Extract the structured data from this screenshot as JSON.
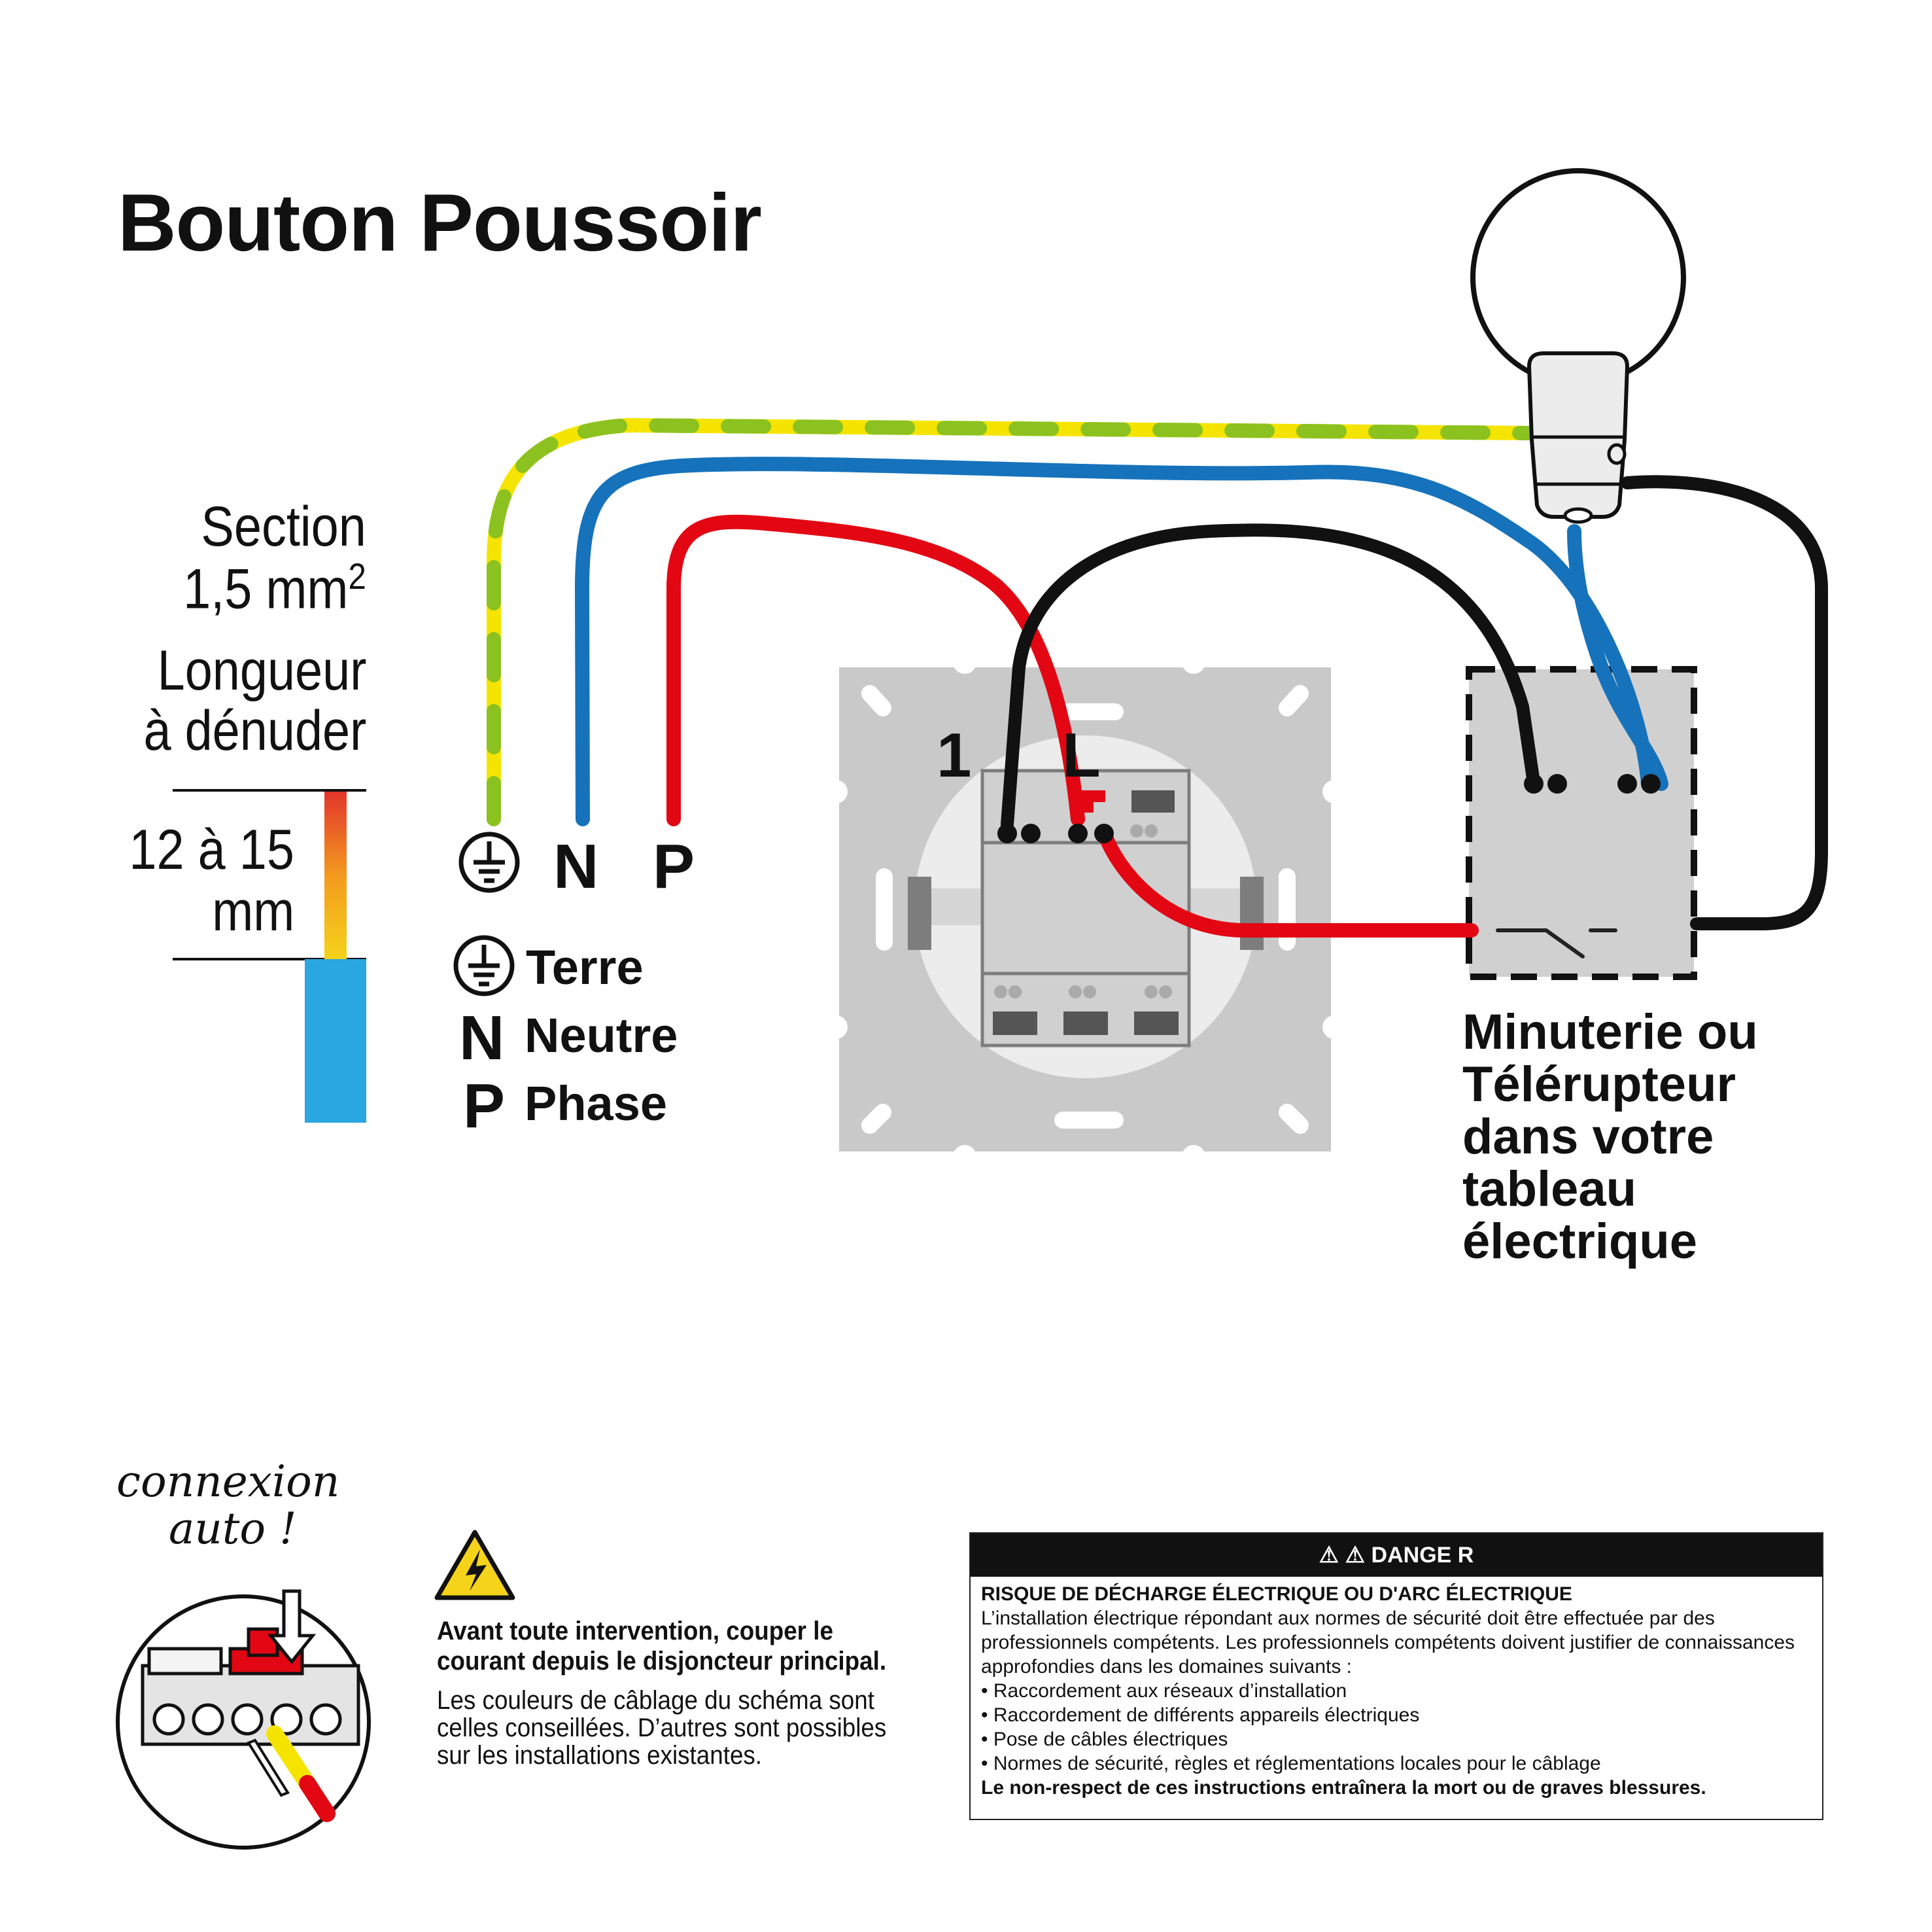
{
  "title": "Bouton Poussoir",
  "spec": {
    "section_label": "Section",
    "section_value": "1,5 mm",
    "section_sup": "2",
    "length_line1": "Longueur",
    "length_line2": "à dénuder",
    "strip_value_line1": "12 à 15",
    "strip_value_line2": "mm"
  },
  "terminals": {
    "n": "N",
    "p": "P"
  },
  "switch_labels": {
    "one": "1",
    "l": "L"
  },
  "legend": [
    {
      "letter": "",
      "text": "Terre"
    },
    {
      "letter": "N",
      "text": "Neutre"
    },
    {
      "letter": "P",
      "text": "Phase"
    }
  ],
  "minuterie": {
    "lines": [
      "Minuterie ou",
      "Télérupteur",
      "dans votre",
      "tableau",
      "électrique"
    ]
  },
  "connexion": {
    "line1": "connexion",
    "line2": "auto !"
  },
  "warning": {
    "bold": "Avant toute intervention, couper le courant depuis le disjoncteur principal.",
    "text": "Les couleurs de câblage du schéma sont celles conseillées. D’autres sont possibles sur les installations existantes."
  },
  "danger": {
    "header": "DANGE R",
    "subtitle": "RISQUE DE DÉCHARGE ÉLECTRIQUE OU D'ARC ÉLECTRIQUE",
    "intro": "L’installation électrique répondant aux normes de sécurité doit être effectuée par des professionnels compétents. Les professionnels compétents doivent justifier de connaissances approfondies dans les domaines suivants :",
    "items": [
      "• Raccordement aux réseaux d’installation",
      "• Raccordement de différents appareils électriques",
      "• Pose de câbles électriques",
      "• Normes de sécurité, règles et réglementations locales pour le câblage"
    ],
    "footer": "Le non-respect de ces instructions entraînera la mort ou de graves blessures."
  },
  "colors": {
    "earth_yellow": "#f5e400",
    "earth_green": "#8cc21f",
    "neutral_blue": "#1672bb",
    "phase_red": "#e30613",
    "switched_black": "#111111",
    "plate_grey": "#c9c9c9",
    "strip_blue": "#2aa6e0"
  }
}
